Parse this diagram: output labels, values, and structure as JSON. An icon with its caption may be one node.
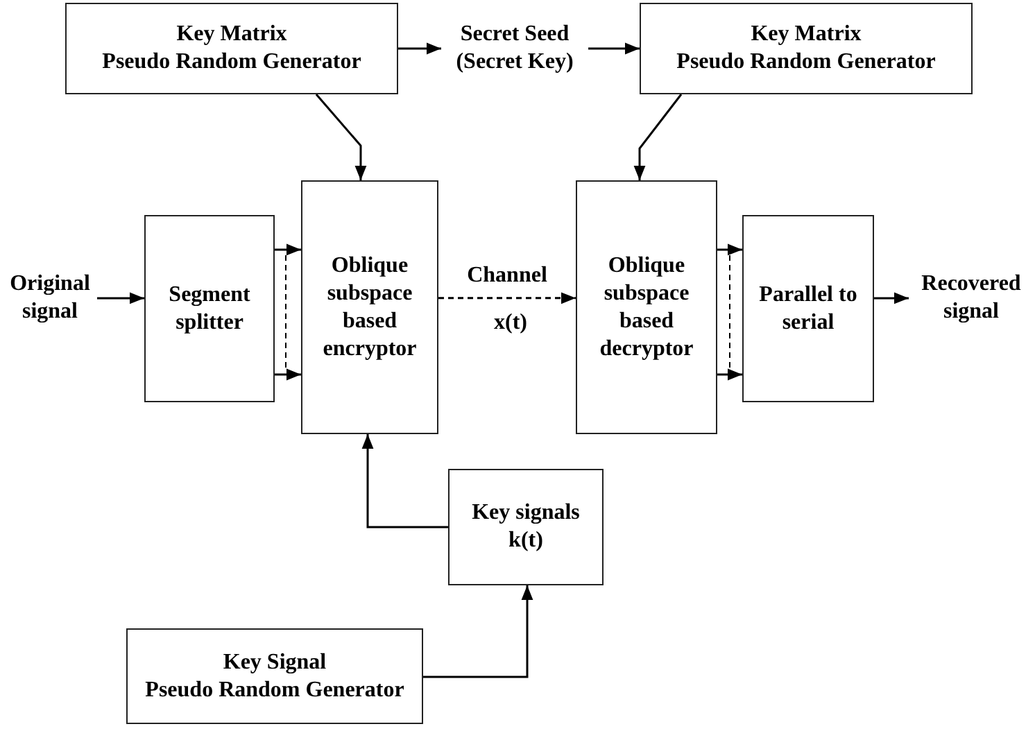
{
  "diagram": {
    "nodes": [
      {
        "text": [
          "Key Matrix",
          "Pseudo Random Generator"
        ]
      },
      {
        "text": [
          "Secret Seed (Secret Key)"
        ]
      },
      {
        "text": [
          "Key Matrix",
          "Pseudo Random Generator"
        ]
      },
      {
        "text": [
          "Original signal"
        ]
      },
      {
        "text": [
          "Segment splitter"
        ]
      },
      {
        "text": [
          "Oblique subspace based encryptor"
        ]
      },
      {
        "text": [
          "Oblique subspace based decryptor"
        ]
      },
      {
        "text": [
          "Parallel to serial"
        ]
      },
      {
        "text": [
          "Recovered signal"
        ]
      },
      {
        "text": [
          "Key signals k(t)"
        ]
      },
      {
        "text": [
          "Key Signal",
          "Pseudo Random Generator"
        ]
      }
    ],
    "edges": [
      {
        "from": 0,
        "to": 1,
        "arrow": "to"
      },
      {
        "from": 1,
        "to": 2,
        "arrow": "to"
      },
      {
        "from": 0,
        "to": 5,
        "arrow": "to"
      },
      {
        "from": 2,
        "to": 6,
        "arrow": "to"
      },
      {
        "from": 3,
        "to": 4,
        "arrow": "to"
      },
      {
        "from": 4,
        "to": 5,
        "arrow": "to"
      },
      {
        "from": 4,
        "to": 5,
        "arrow": "to"
      },
      {
        "from": 5,
        "to": 6,
        "arrow": "to",
        "label": "Channel",
        "style": "dashed"
      },
      {
        "from": 6,
        "to": 7,
        "arrow": "to"
      },
      {
        "from": 6,
        "to": 7,
        "arrow": "to"
      },
      {
        "from": 7,
        "to": 8,
        "arrow": "to"
      },
      {
        "from": 9,
        "to": 5,
        "arrow": "to"
      },
      {
        "from": 10,
        "to": 9,
        "arrow": "to"
      }
    ],
    "labels": [
      "x(t)"
    ]
  }
}
